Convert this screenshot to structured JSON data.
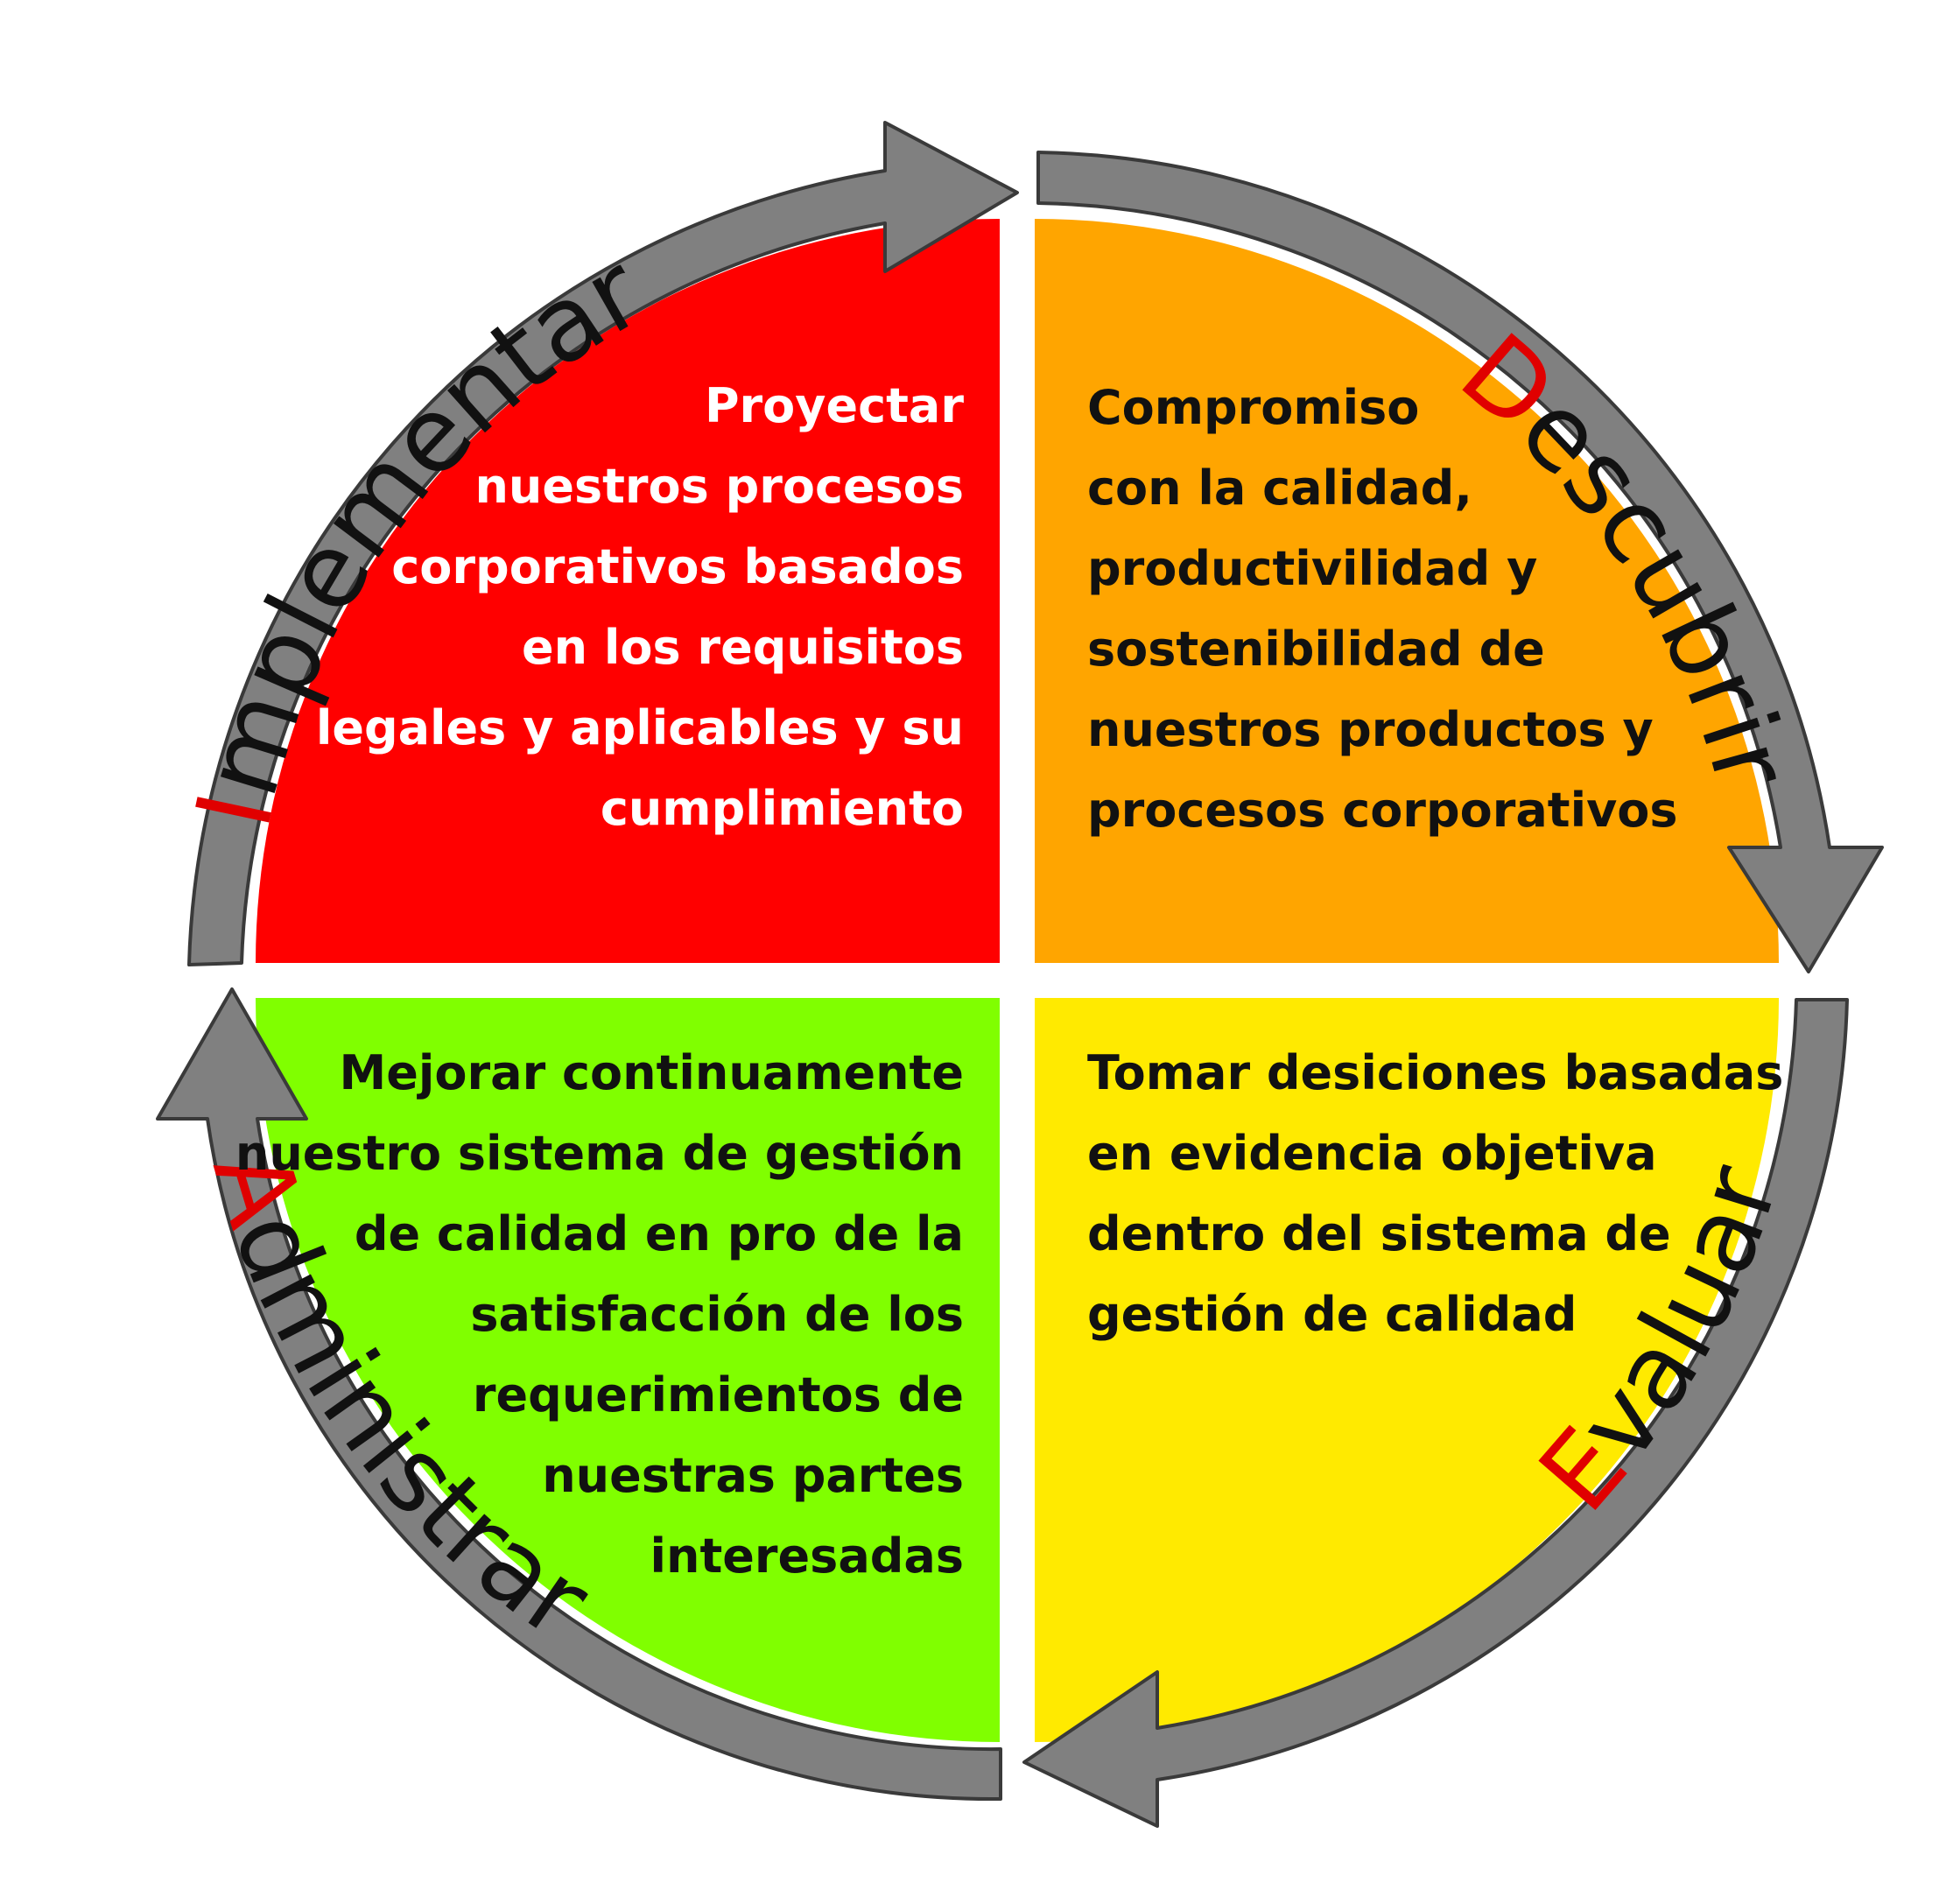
{
  "colors": {
    "red": "#ff0000",
    "orange": "#ffa500",
    "green": "#80ff00",
    "yellow": "#ffea00",
    "arrow": "#808080",
    "initial_letter": "#e00000"
  },
  "cycle_words": {
    "implementar": {
      "initial": "I",
      "rest": "mplementar"
    },
    "descubrir": {
      "initial": "D",
      "rest": "escubrir"
    },
    "evaluar": {
      "initial": "E",
      "rest": "valuar"
    },
    "administrar": {
      "initial": "A",
      "rest": "dministrar"
    }
  },
  "quadrants": {
    "top_left": {
      "lines": [
        "Proyectar",
        "nuestros procesos",
        "corporativos basados",
        "en los requisitos",
        "legales y aplicables y su",
        "cumplimiento"
      ]
    },
    "top_right": {
      "lines": [
        "Compromiso",
        "con la calidad,",
        "productivilidad y",
        "sostenibilidad de",
        "nuestros productos y",
        "procesos corporativos"
      ]
    },
    "bottom_left": {
      "lines": [
        "Mejorar continuamente",
        "nuestro sistema de gestión",
        "de calidad en pro de la",
        "satisfacción de los",
        "requerimientos de",
        "nuestras partes",
        "interesadas"
      ]
    },
    "bottom_right": {
      "lines": [
        "Tomar desiciones basadas",
        "en evidencia objetiva",
        "dentro del sistema de",
        "gestión de calidad"
      ]
    }
  }
}
